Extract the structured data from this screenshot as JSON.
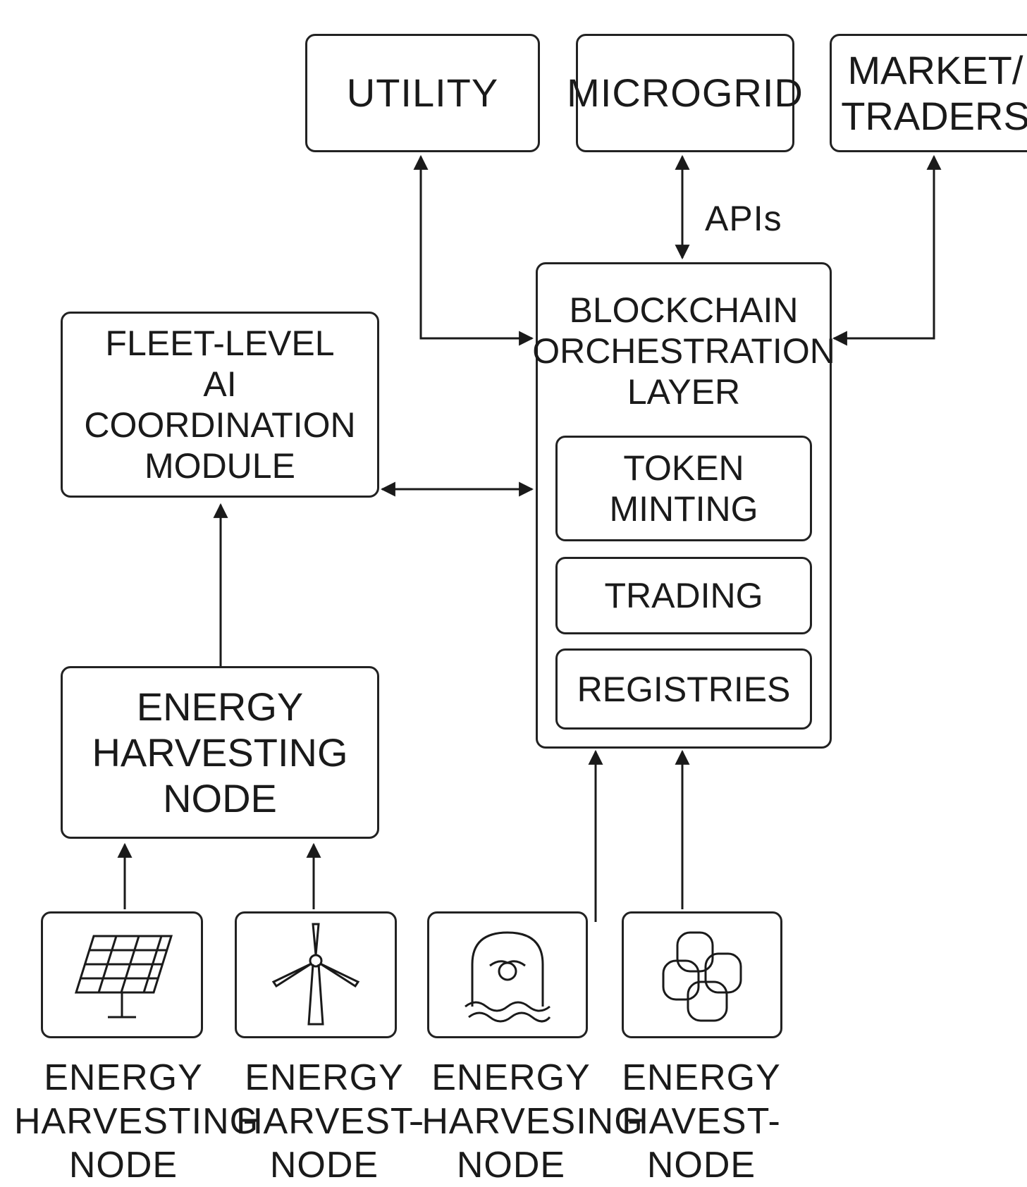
{
  "top": {
    "utility": "UTILITY",
    "microgrid": "MICROGRID",
    "market_line1": "MARKET/",
    "market_line2": "TRADERS"
  },
  "apis_label": "APIs",
  "blockchain": {
    "line1": "BLOCKCHAIN",
    "line2": "ORCHESTRATION",
    "line3": "LAYER",
    "token_line1": "TOKEN",
    "token_line2": "MINTING",
    "trading": "TRADING",
    "registries": "REGISTRIES"
  },
  "fleet": {
    "line1": "FLEET-LEVEL",
    "line2": "AI COORDINATION",
    "line3": "MODULE"
  },
  "harvest_node": {
    "line1": "ENERGY",
    "line2": "HARVESTING",
    "line3": "NODE"
  },
  "sources": [
    {
      "icon": "solar-panel-icon",
      "line1": "ENERGY",
      "line2": "HARVESTING",
      "line3": "NODE"
    },
    {
      "icon": "wind-turbine-icon",
      "line1": "ENERGY",
      "line2": "HARVEST-",
      "line3": "NODE"
    },
    {
      "icon": "wave-energy-icon",
      "line1": "ENERGY",
      "line2": "-HARVESING",
      "line3": "NODE"
    },
    {
      "icon": "biomass-icon",
      "line1": "ENERGY",
      "line2": "HAVEST-",
      "line3": "NODE"
    }
  ]
}
